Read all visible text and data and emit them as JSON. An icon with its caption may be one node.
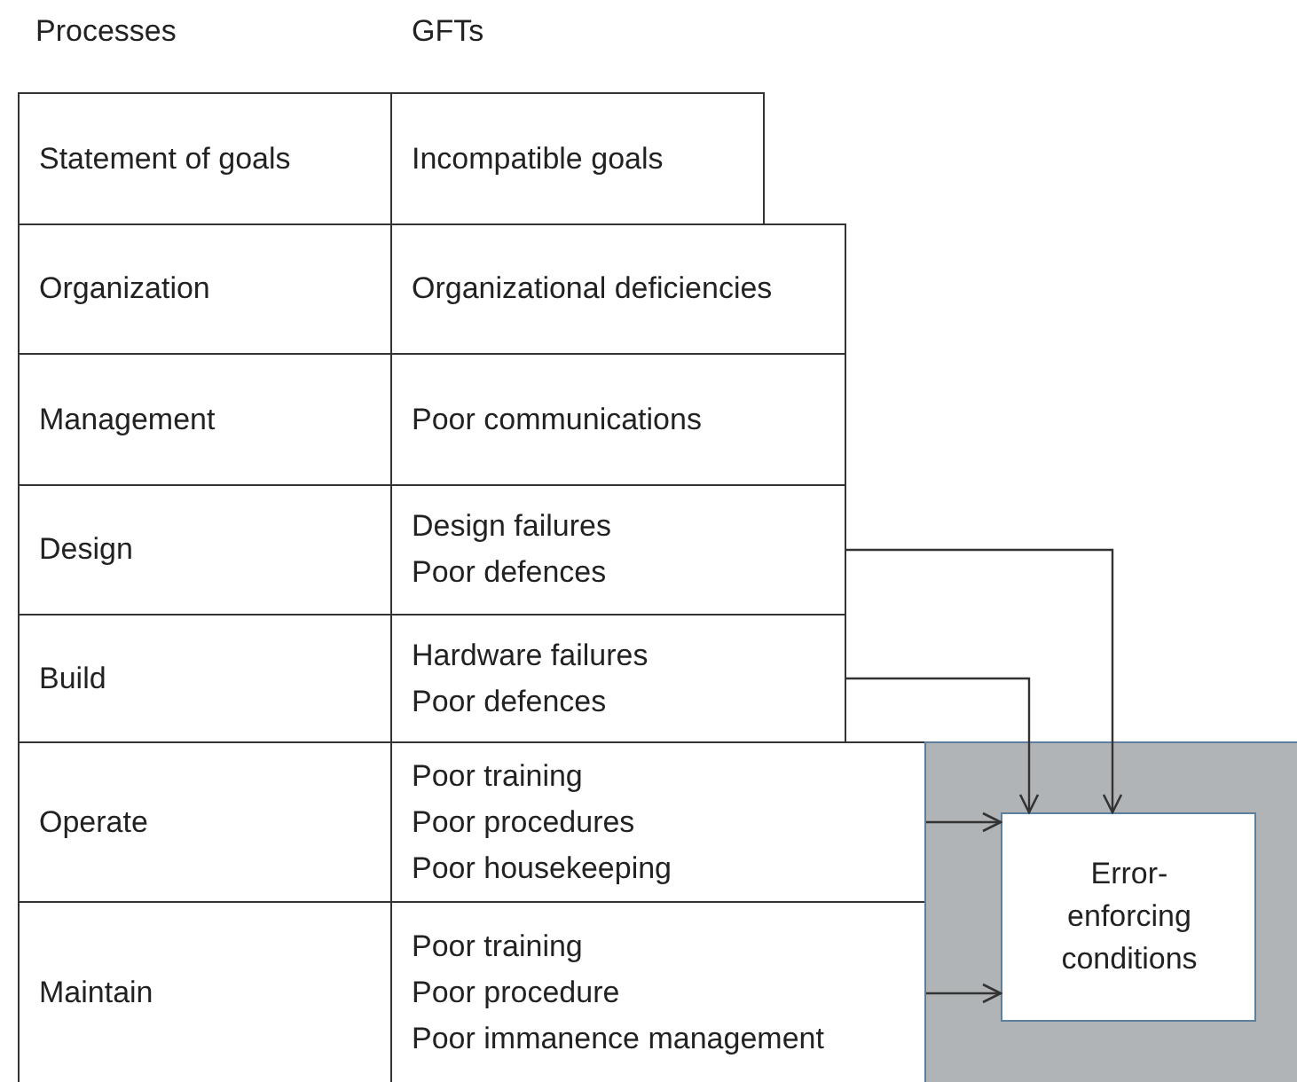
{
  "diagram": {
    "nodes": [
      {
        "text": [
          "Statement of goals"
        ]
      },
      {
        "text": [
          "Incompatible goals"
        ]
      },
      {
        "text": [
          "Organization"
        ]
      },
      {
        "text": [
          "Organizational deficiencies"
        ]
      },
      {
        "text": [
          "Management"
        ]
      },
      {
        "text": [
          "Poor communications"
        ]
      },
      {
        "text": [
          "Design"
        ]
      },
      {
        "text": [
          "Design failures",
          "Poor defences"
        ]
      },
      {
        "text": [
          "Build"
        ]
      },
      {
        "text": [
          "Hardware failures",
          "Poor defences"
        ]
      },
      {
        "text": [
          "Operate"
        ]
      },
      {
        "text": [
          "Poor training",
          "Poor procedures",
          "Poor housekeeping"
        ]
      },
      {
        "text": [
          "Maintain"
        ]
      },
      {
        "text": [
          "Poor training",
          "Poor procedure",
          "Poor immanence management"
        ]
      },
      {
        "text": [],
        "shape": "box"
      },
      {
        "text": [
          "Error- enforcing conditions"
        ],
        "in": 14
      }
    ],
    "edges": [
      {
        "from": 7,
        "to": 15,
        "arrow": "to"
      },
      {
        "from": 9,
        "to": 15,
        "arrow": "to"
      },
      {
        "from": 11,
        "to": 15,
        "arrow": "to"
      },
      {
        "from": 13,
        "to": 15,
        "arrow": "to"
      }
    ],
    "labels": [
      "Processes",
      "GFTs"
    ]
  }
}
